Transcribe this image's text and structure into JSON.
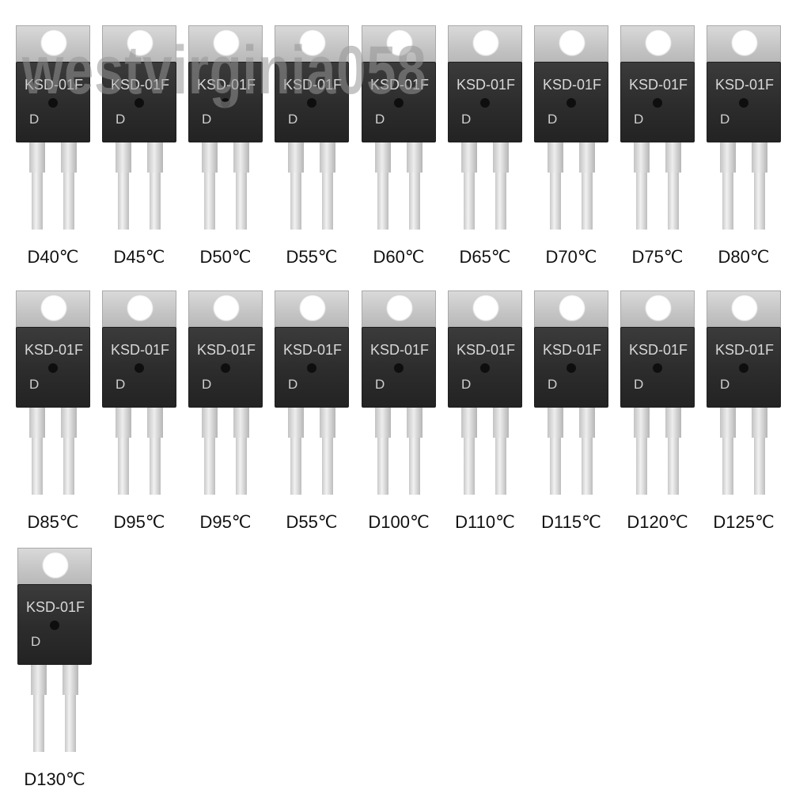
{
  "watermark": "westvirginia058",
  "part_model": "KSD-01F",
  "part_mark": "D",
  "temperatures": [
    "D40℃",
    "D45℃",
    "D50℃",
    "D55℃",
    "D60℃",
    "D65℃",
    "D70℃",
    "D75℃",
    "D80℃",
    "D85℃",
    "D95℃",
    "D95℃",
    "D55℃",
    "D100℃",
    "D110℃",
    "D115℃",
    "D120℃",
    "D125℃",
    "D130℃"
  ]
}
